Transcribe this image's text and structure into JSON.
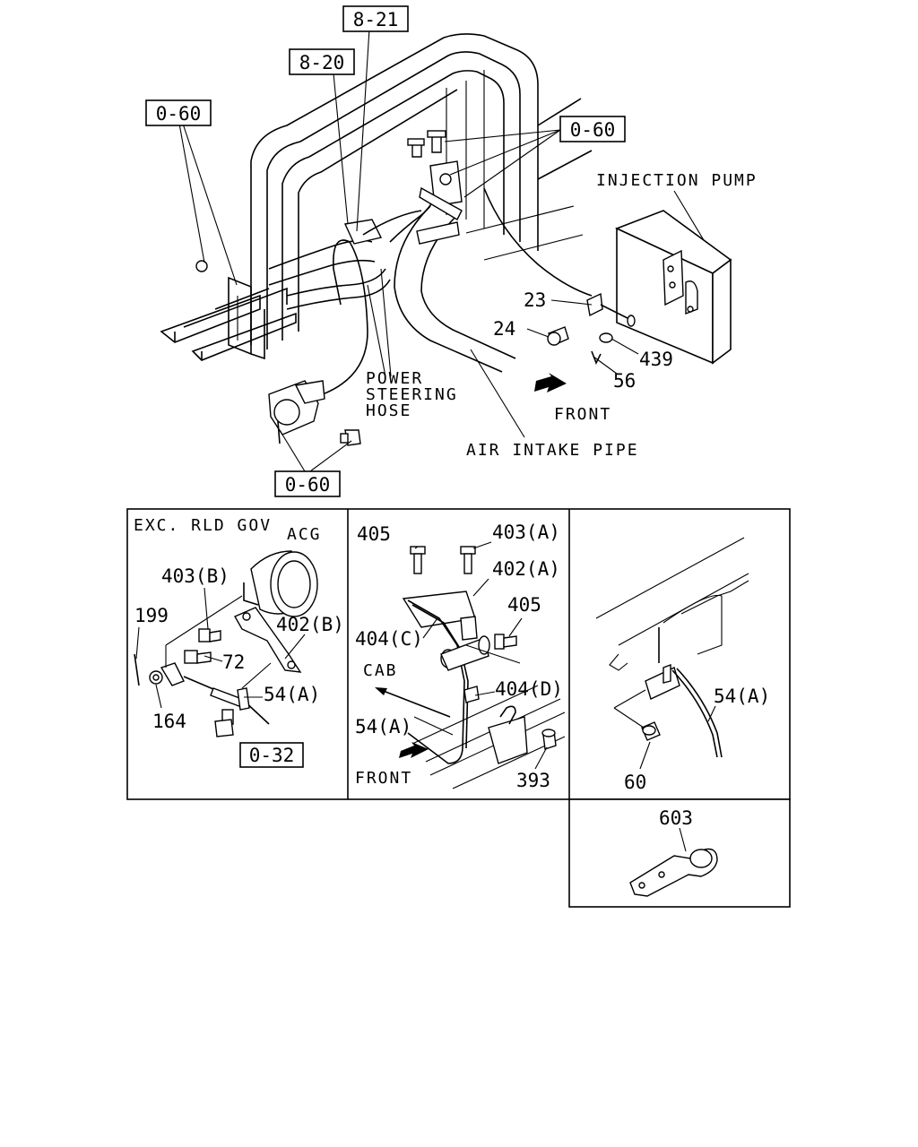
{
  "main_view": {
    "refs": {
      "ref_8_21": "8-21",
      "ref_8_20": "8-20",
      "ref_0_60_left": "0-60",
      "ref_0_60_right": "0-60",
      "ref_0_60_bottom": "0-60"
    },
    "callouts": {
      "injection_pump": "INJECTION PUMP",
      "power_steering_line1": "POWER",
      "power_steering_line2": "STEERING",
      "power_steering_line3": "HOSE",
      "front": "FRONT",
      "air_intake_pipe": "AIR INTAKE PIPE"
    },
    "parts": {
      "p23": "23",
      "p24": "24",
      "p439": "439",
      "p56": "56"
    }
  },
  "panel_left": {
    "caption": "EXC. RLD GOV",
    "acg": "ACG",
    "parts": {
      "p403b": "403(B)",
      "p199": "199",
      "p402b": "402(B)",
      "p72": "72",
      "p54a": "54(A)",
      "p164": "164"
    },
    "ref_0_32": "0-32"
  },
  "panel_middle": {
    "parts": {
      "p405_top": "405",
      "p403a": "403(A)",
      "p402a": "402(A)",
      "p405_right": "405",
      "p404c": "404(C)",
      "p404d": "404(D)",
      "p54a": "54(A)",
      "p393": "393"
    },
    "cab": "CAB",
    "front": "FRONT"
  },
  "panel_right": {
    "parts": {
      "p54a": "54(A)",
      "p60": "60"
    }
  },
  "panel_clip": {
    "parts": {
      "p603": "603"
    }
  }
}
